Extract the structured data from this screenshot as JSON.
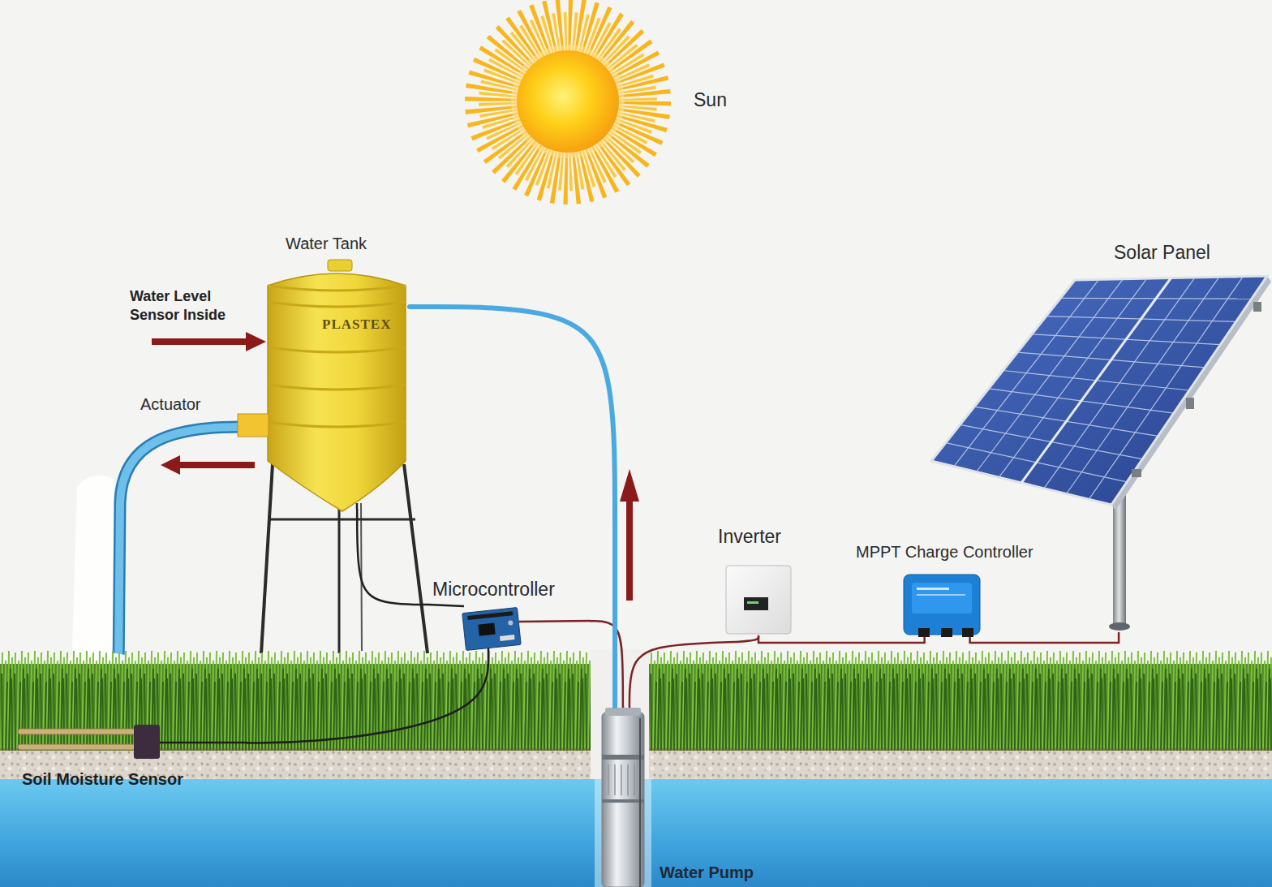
{
  "diagram": {
    "nodes": [
      {
        "text": [
          "Sun"
        ]
      },
      {
        "text": [
          "Water Tank",
          "PLASTEX"
        ]
      },
      {
        "text": [
          "Actuator"
        ]
      },
      {
        "text": [
          "Microcontroller"
        ]
      },
      {
        "text": [
          "Inverter"
        ]
      },
      {
        "text": [
          "MPPT Charge Controller"
        ]
      },
      {
        "text": [
          "Solar Panel"
        ]
      },
      {
        "text": [
          "Soil Moisture Sensor"
        ]
      },
      {
        "text": [
          "Water Pump"
        ]
      }
    ],
    "edges": [
      {
        "from": 6,
        "to": 5,
        "arrow": "none"
      },
      {
        "from": 5,
        "to": 4,
        "arrow": "none"
      },
      {
        "from": 4,
        "to": 8,
        "arrow": "none"
      },
      {
        "from": 3,
        "to": 8,
        "arrow": "none"
      },
      {
        "from": 3,
        "to": 1,
        "arrow": "none"
      },
      {
        "from": 3,
        "to": 7,
        "arrow": "none"
      },
      {
        "from": 8,
        "to": 1,
        "arrow": "none"
      }
    ],
    "labels": [
      "Water Level Sensor Inside"
    ]
  }
}
